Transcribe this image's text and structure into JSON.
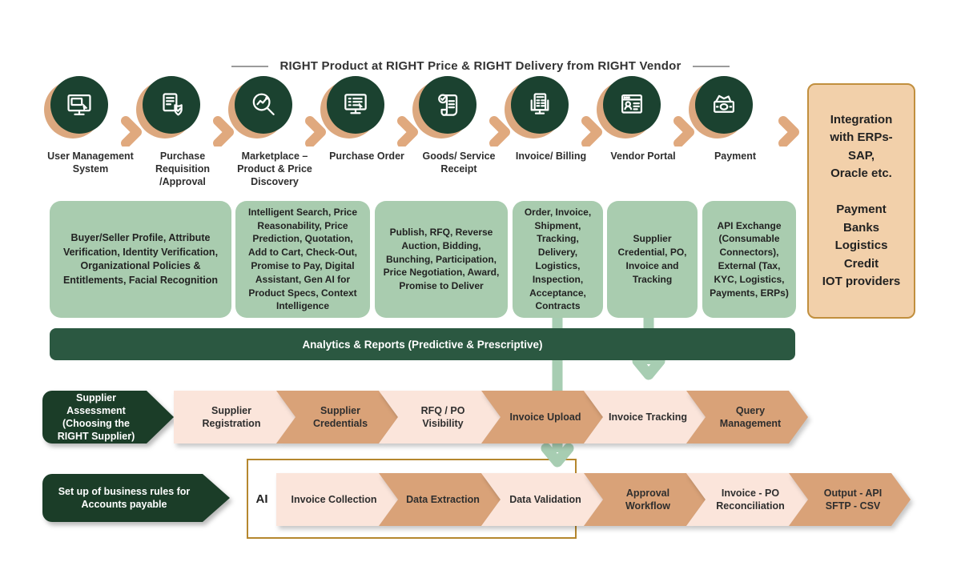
{
  "header": {
    "title": "RIGHT Product at RIGHT Price & RIGHT Delivery from RIGHT Vendor"
  },
  "process_steps": [
    {
      "label": "User Management System",
      "icon": "monitor-user-icon"
    },
    {
      "label": "Purchase Requisition /Approval",
      "icon": "requisition-shield-icon"
    },
    {
      "label": "Marketplace – Product & Price Discovery",
      "icon": "search-chart-icon"
    },
    {
      "label": "Purchase Order",
      "icon": "order-screen-icon"
    },
    {
      "label": "Goods/ Service Receipt",
      "icon": "receipt-check-icon"
    },
    {
      "label": "Invoice/ Billing",
      "icon": "invoice-calculator-icon"
    },
    {
      "label": "Vendor Portal",
      "icon": "vendor-portal-icon"
    },
    {
      "label": "Payment",
      "icon": "cash-icon"
    }
  ],
  "capability_boxes": [
    "Buyer/Seller Profile, Attribute Verification, Identity Verification, Organizational Policies & Entitlements, Facial Recognition",
    "Intelligent Search, Price Reasonability, Price Prediction, Quotation, Add to Cart, Check-Out, Promise to Pay, Digital Assistant, Gen AI for Product Specs, Context Intelligence",
    "Publish, RFQ, Reverse Auction, Bidding, Bunching, Participation, Price Negotiation, Award, Promise to Deliver",
    "Order, Invoice, Shipment, Tracking, Delivery, Logistics, Inspection, Acceptance, Contracts",
    "Supplier Credential, PO, Invoice and Tracking",
    "API Exchange (Consumable Connectors), External (Tax, KYC, Logistics, Payments, ERPs)"
  ],
  "integration_box": {
    "text": "Integration\nwith ERPs-\nSAP,\nOracle etc.\n\nPayment\nBanks\nLogistics\nCredit\nIOT providers"
  },
  "analytics_bar": {
    "label": "Analytics & Reports (Predictive & Prescriptive)"
  },
  "supplier_flow": {
    "label": "Supplier Assessment (Choosing the RIGHT Supplier)",
    "steps": [
      "Supplier Registration",
      "Supplier Credentials",
      "RFQ / PO Visibility",
      "Invoice Upload",
      "Invoice Tracking",
      "Query Management"
    ]
  },
  "ap_flow": {
    "label": "Set up of business rules for Accounts payable",
    "ai_label": "AI",
    "steps": [
      "Invoice Collection",
      "Data Extraction",
      "Data Validation",
      "Approval Workflow",
      "Invoice - PO Reconciliation",
      "Output - API SFTP - CSV"
    ]
  },
  "colors": {
    "dark_green": "#1b4230",
    "label_green": "#1b3d28",
    "analytics_green": "#2b5841",
    "sage_green": "#a9ccaf",
    "arrow_green": "#a7cdb2",
    "tan": "#d9a278",
    "pink": "#fbe5db",
    "integration_fill": "#f2d0aa",
    "gold_border": "#b5872e"
  }
}
